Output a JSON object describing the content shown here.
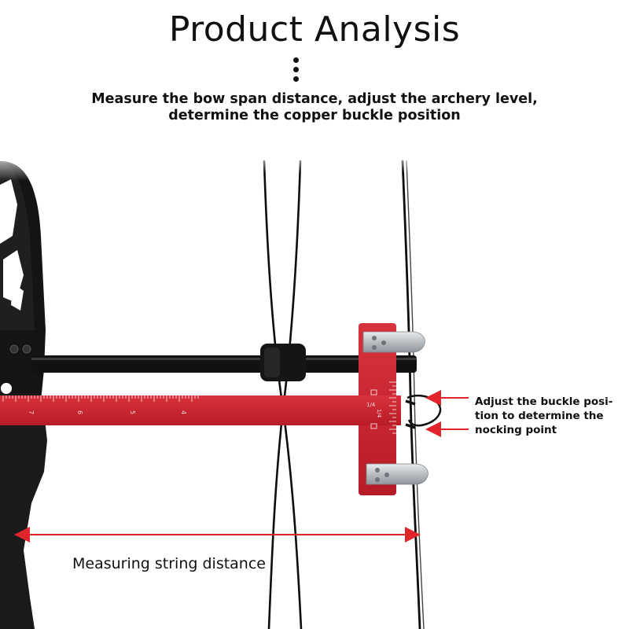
{
  "header": {
    "title": "Product Analysis",
    "subtitle_lines": [
      "Measure the bow span distance, adjust the archery level,",
      "determine the copper buckle position"
    ]
  },
  "ruler": {
    "color": "#c8202b",
    "long_scale_marks": [
      "7",
      "6",
      "5",
      "4"
    ],
    "short_scale_marks": [
      "1/4",
      "1/4"
    ]
  },
  "annotations": {
    "buckle_lines": [
      "Adjust the buckle posi-",
      "tion to determine the",
      "nocking point"
    ],
    "string_distance": "Measuring string distance",
    "arrow_color": "#e0242b"
  }
}
